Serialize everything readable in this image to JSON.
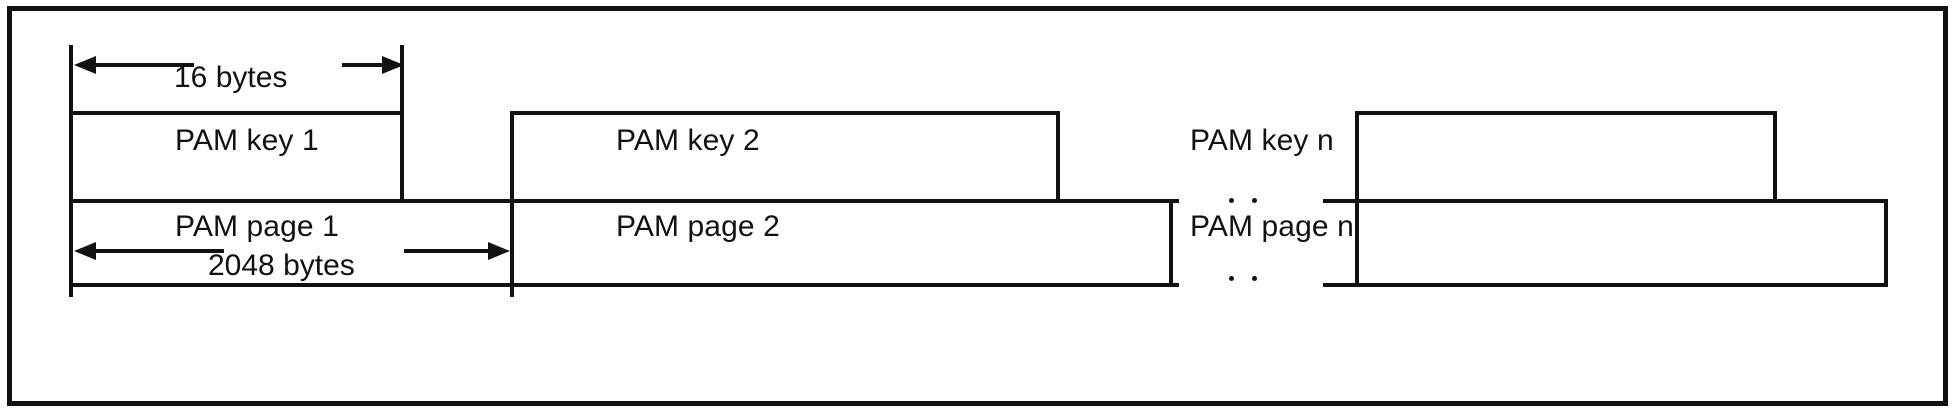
{
  "figure": {
    "type": "block-layout-diagram",
    "title_visible": false,
    "colors": {
      "stroke": "#111111",
      "background": "#ffffff",
      "text": "#111111"
    },
    "dimensions": {
      "key_width": {
        "label": "16 bytes",
        "value": 16,
        "unit": "bytes",
        "arrow": "double-headed",
        "position": "top"
      },
      "page_width": {
        "label": "2048 bytes",
        "value": 2048,
        "unit": "bytes",
        "arrow": "double-headed",
        "position": "bottom"
      }
    },
    "rows": [
      {
        "name": "key-row",
        "label_prefix": "PAM key"
      },
      {
        "name": "page-row",
        "label_prefix": "PAM page"
      }
    ],
    "entries": [
      {
        "index": "1",
        "key_label": "PAM key 1",
        "page_label": "PAM page 1"
      },
      {
        "index": "2",
        "key_label": "PAM key 2",
        "page_label": "PAM page 2"
      },
      {
        "index": "n",
        "key_label": "PAM key n",
        "page_label": "PAM page n"
      }
    ],
    "ellipsis": {
      "name": "continuation-ellipsis",
      "glyph": "..",
      "dot_count": 2,
      "rows": 2
    }
  }
}
